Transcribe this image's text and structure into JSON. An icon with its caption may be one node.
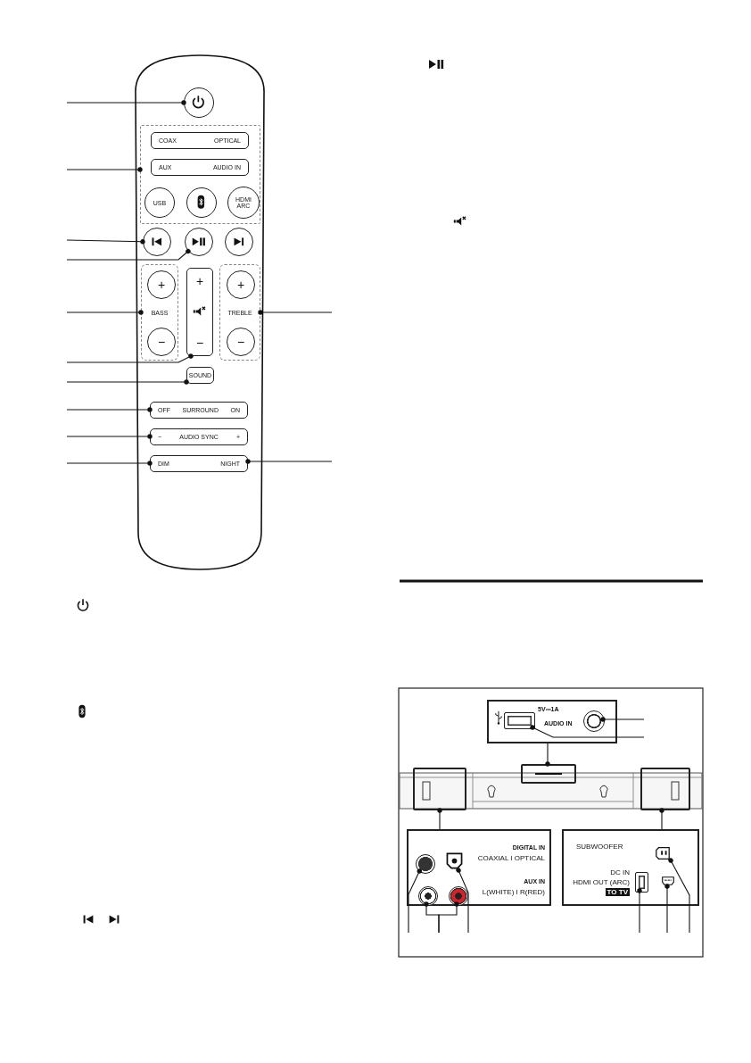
{
  "diagram": {
    "nodes": [
      {
        "text": [],
        "shape": "circle"
      },
      {
        "text": [],
        "shape": "box"
      },
      {
        "text": [
          "COAX",
          "OPTICAL"
        ],
        "in": 1
      },
      {
        "text": [
          "AUX",
          "AUDIO IN"
        ],
        "in": 1
      },
      {
        "text": [
          "USB"
        ],
        "in": 1
      },
      {
        "text": [],
        "shape": "circle",
        "in": 1
      },
      {
        "text": [
          "HDMI ARC"
        ],
        "in": 1
      },
      {
        "text": [],
        "shape": "circle"
      },
      {
        "text": [],
        "shape": "circle"
      },
      {
        "text": [],
        "shape": "circle"
      },
      {
        "text": [
          "BASS"
        ]
      },
      {
        "text": [
          "+"
        ],
        "in": 10
      },
      {
        "text": [
          "−"
        ],
        "in": 10
      },
      {
        "text": [
          "+",
          "−"
        ]
      },
      {
        "text": [
          "TREBLE"
        ]
      },
      {
        "text": [
          "+"
        ],
        "in": 14
      },
      {
        "text": [
          "−"
        ],
        "in": 14
      },
      {
        "text": [
          "SOUND"
        ]
      },
      {
        "text": [
          "OFF",
          "SURROUND",
          "ON"
        ]
      },
      {
        "text": [
          "−",
          "AUDIO SYNC",
          "+"
        ]
      },
      {
        "text": [
          "DIM",
          "NIGHT"
        ]
      },
      {
        "text": [
          "5V⎓1A",
          "AUDIO IN"
        ]
      },
      {
        "text": [],
        "shape": "box",
        "in": 21
      },
      {
        "text": [],
        "shape": "circle",
        "in": 21
      },
      {
        "text": [],
        "shape": "box"
      },
      {
        "text": [],
        "shape": "box"
      },
      {
        "text": [],
        "shape": "box"
      },
      {
        "text": [
          "DIGITAL IN",
          "COAXIAL I OPTICAL",
          "AUX IN",
          "L(WHITE) I R(RED)"
        ]
      },
      {
        "text": [],
        "shape": "circle",
        "in": 27
      },
      {
        "text": [],
        "shape": "box",
        "in": 27
      },
      {
        "text": [],
        "shape": "circle",
        "in": 27
      },
      {
        "text": [],
        "shape": "circle",
        "in": 27
      },
      {
        "text": [
          "SUBWOOFER",
          "DC IN",
          "HDMI OUT (ARC)",
          "TO TV"
        ]
      },
      {
        "text": [],
        "shape": "box",
        "in": 32
      },
      {
        "text": [],
        "shape": "box",
        "in": 32
      },
      {
        "text": [],
        "shape": "box",
        "in": 32
      }
    ],
    "edges": [
      {
        "from": null,
        "to": 0,
        "arrow": "other"
      },
      {
        "from": null,
        "to": 1,
        "arrow": "other"
      },
      {
        "from": null,
        "to": 7,
        "arrow": "other"
      },
      {
        "from": null,
        "to": 8,
        "arrow": "other"
      },
      {
        "from": null,
        "to": 10,
        "arrow": "other"
      },
      {
        "from": null,
        "to": 13,
        "arrow": "other"
      },
      {
        "from": null,
        "to": 14,
        "arrow": "other"
      },
      {
        "from": null,
        "to": 17,
        "arrow": "other"
      },
      {
        "from": null,
        "to": 18,
        "arrow": "other"
      },
      {
        "from": null,
        "to": 19,
        "arrow": "other"
      },
      {
        "from": null,
        "to": 20,
        "arrow": "other"
      },
      {
        "from": null,
        "to": 20,
        "arrow": "other"
      },
      {
        "from": null,
        "to": 23,
        "arrow": "other"
      },
      {
        "from": null,
        "to": 22,
        "arrow": "other"
      },
      {
        "from": 21,
        "to": 25,
        "arrow": "other"
      },
      {
        "from": 27,
        "to": 24,
        "arrow": "other"
      },
      {
        "from": 32,
        "to": 26,
        "arrow": "other"
      },
      {
        "from": null,
        "to": 28,
        "arrow": "other"
      },
      {
        "from": null,
        "to": 30,
        "arrow": "other"
      },
      {
        "from": null,
        "to": 31,
        "arrow": "other"
      },
      {
        "from": null,
        "to": 29,
        "arrow": "other"
      },
      {
        "from": null,
        "to": 34,
        "arrow": "other"
      },
      {
        "from": null,
        "to": 35,
        "arrow": "other"
      },
      {
        "from": null,
        "to": 33,
        "arrow": "other"
      }
    ]
  }
}
